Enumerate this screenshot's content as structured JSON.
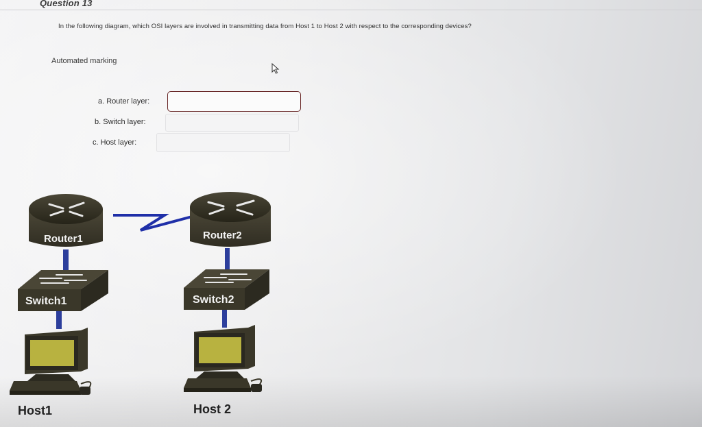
{
  "question": {
    "title": "Question 13",
    "text": "In the following diagram, which OSI layers are involved in transmitting data from Host 1 to Host 2 with respect to the corresponding devices?",
    "marking": "Automated marking"
  },
  "answers": [
    {
      "label": "a. Router layer:",
      "value": ""
    },
    {
      "label": "b. Switch layer:",
      "value": ""
    },
    {
      "label": "c. Host layer:",
      "value": ""
    }
  ],
  "diagram": {
    "router1": "Router1",
    "router2": "Router2",
    "switch1": "Switch1",
    "switch2": "Switch2",
    "host1": "Host1",
    "host2": "Host 2"
  },
  "colors": {
    "device_body": "#3d3a2c",
    "device_top": "#2a2820",
    "link": "#2c3e9c",
    "monitor": "#b8b240",
    "serial_link": "#1f2fa8"
  },
  "icons": [
    "cursor-icon",
    "router-icon",
    "switch-icon",
    "computer-icon"
  ]
}
